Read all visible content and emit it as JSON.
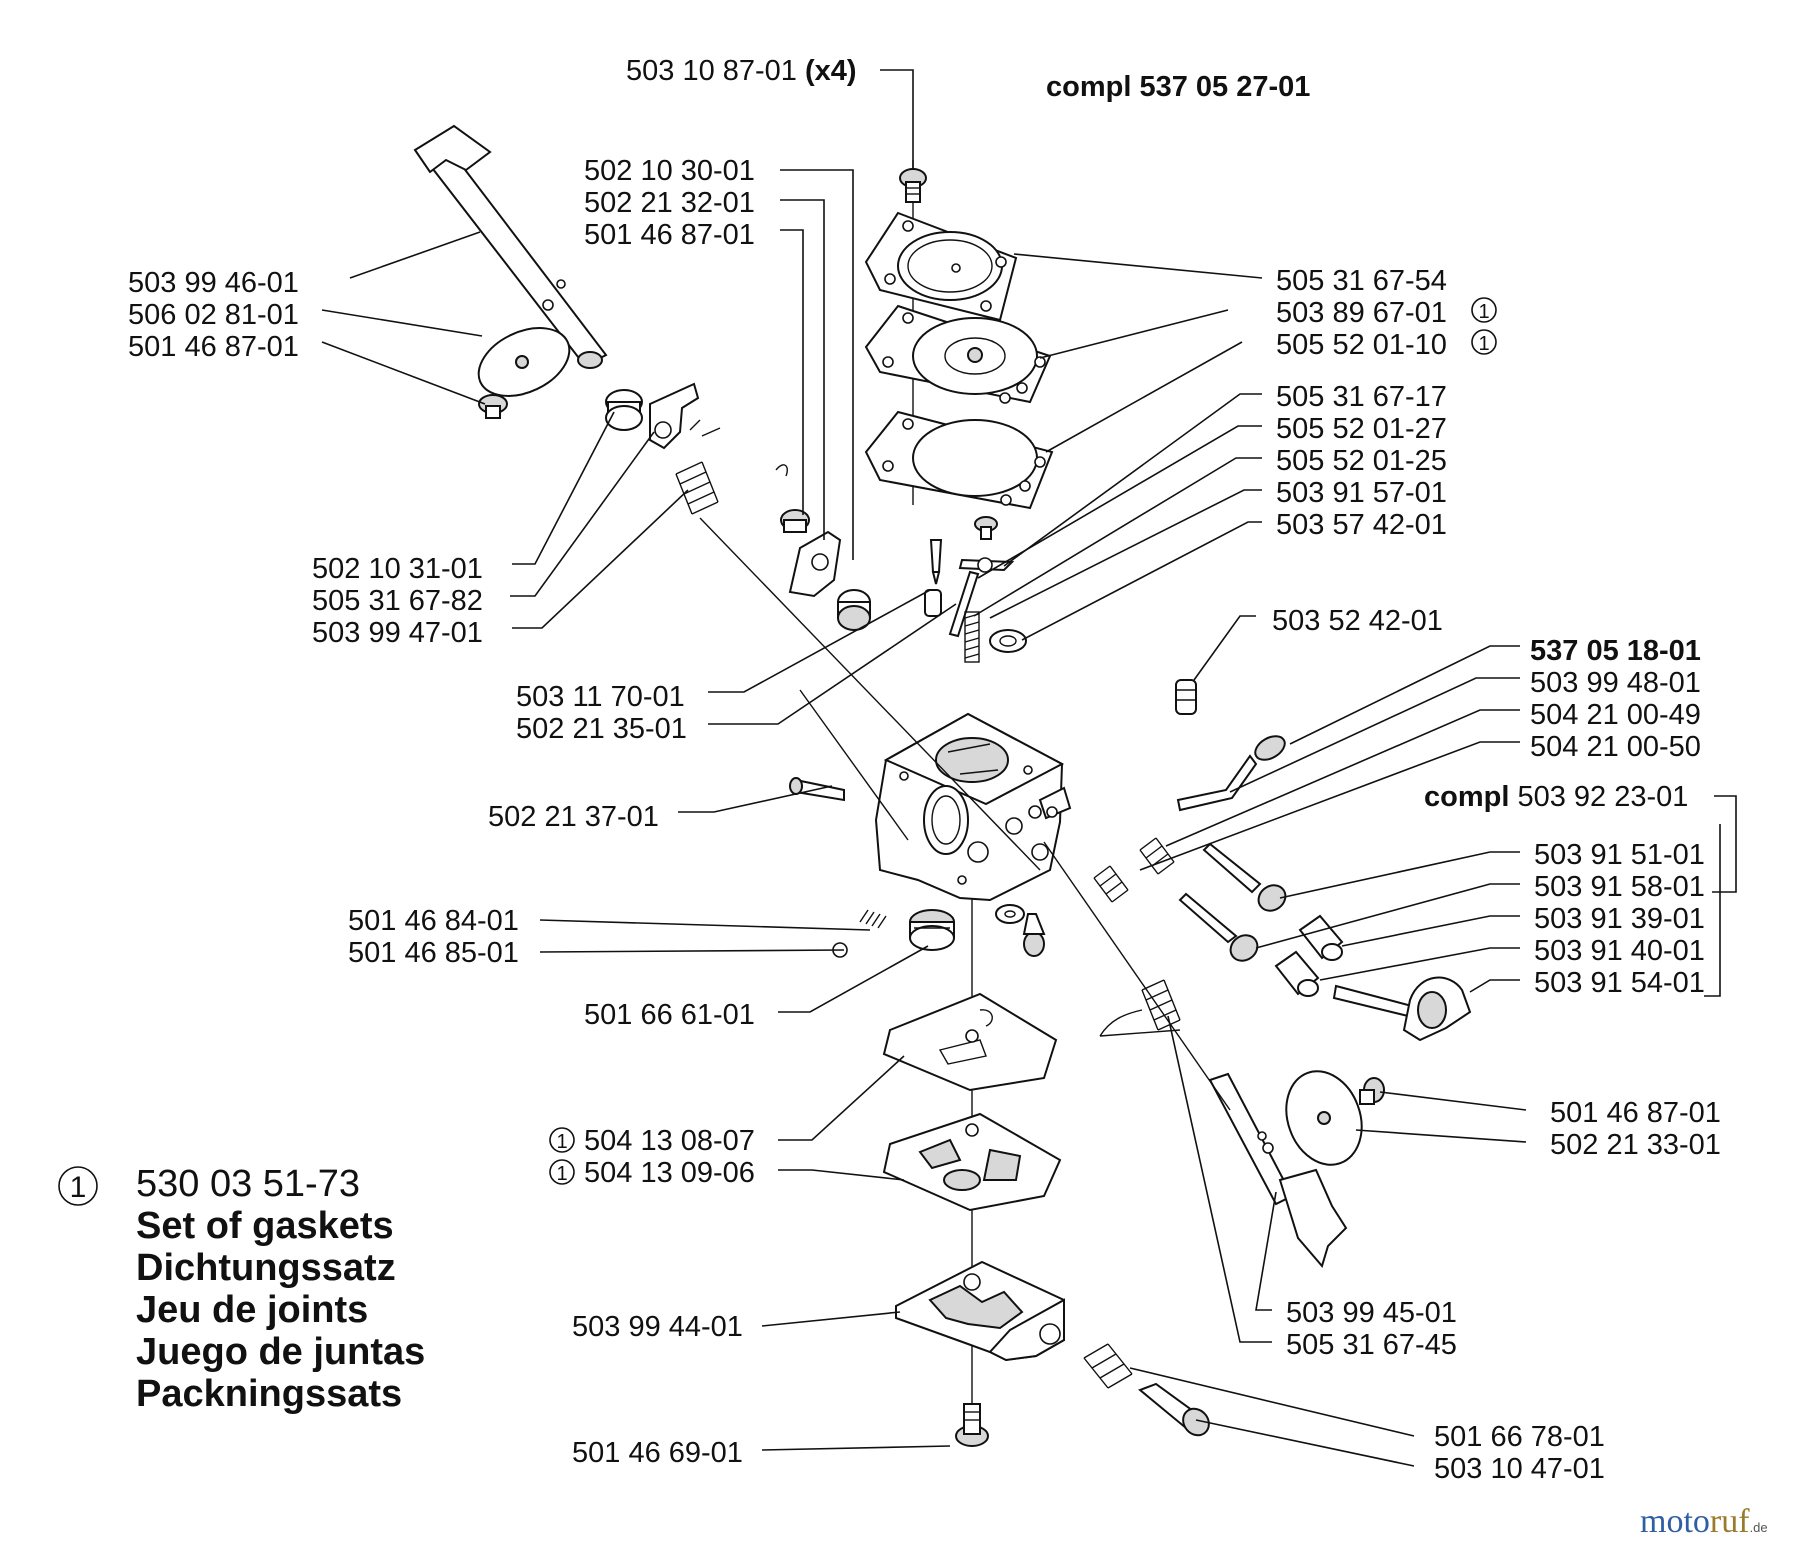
{
  "assembly": {
    "compl_carb_label": "compl 537 05 27-01",
    "screw_x4_number": "503 10 87-01",
    "screw_x4_qty": "(x4)",
    "pump_kit_number": "537 05 18-01",
    "compl_word": "compl",
    "compl_kit_number": "503 92 23-01"
  },
  "left_labels": [
    "502 10 30-01",
    "502 21 32-01",
    "501 46 87-01",
    "503 99 46-01",
    "506 02 81-01",
    "501 46 87-01",
    "502 10 31-01",
    "505 31 67-82",
    "503 99 47-01",
    "503 11 70-01",
    "502 21 35-01",
    "502 21 37-01",
    "501 46 84-01",
    "501 46 85-01",
    "501 66 61-01",
    "504 13 08-07",
    "504 13 09-06",
    "503 99 44-01",
    "501 46 69-01"
  ],
  "right_labels": [
    "505 31 67-54",
    "503 89 67-01",
    "505 52 01-10",
    "505 31 67-17",
    "505 52 01-27",
    "505 52 01-25",
    "503 91 57-01",
    "503 57 42-01",
    "503 52 42-01",
    "503 99 48-01",
    "504 21 00-49",
    "504 21 00-50",
    "503 91 51-01",
    "503 91 58-01",
    "503 91 39-01",
    "503 91 40-01",
    "503 91 54-01",
    "501 46 87-01",
    "502 21 33-01",
    "503 99 45-01",
    "505 31 67-45",
    "501 66 78-01",
    "503 10 47-01"
  ],
  "gasket_marker": "1",
  "legend": {
    "marker": "1",
    "number": "530 03 51-73",
    "lines": [
      "Set of gaskets",
      "Dichtungssatz",
      "Jeu de joints",
      "Juego de juntas",
      "Packningssats"
    ]
  },
  "watermark": {
    "part_a": "moto",
    "part_b": "ruf",
    "suffix": ".de"
  }
}
